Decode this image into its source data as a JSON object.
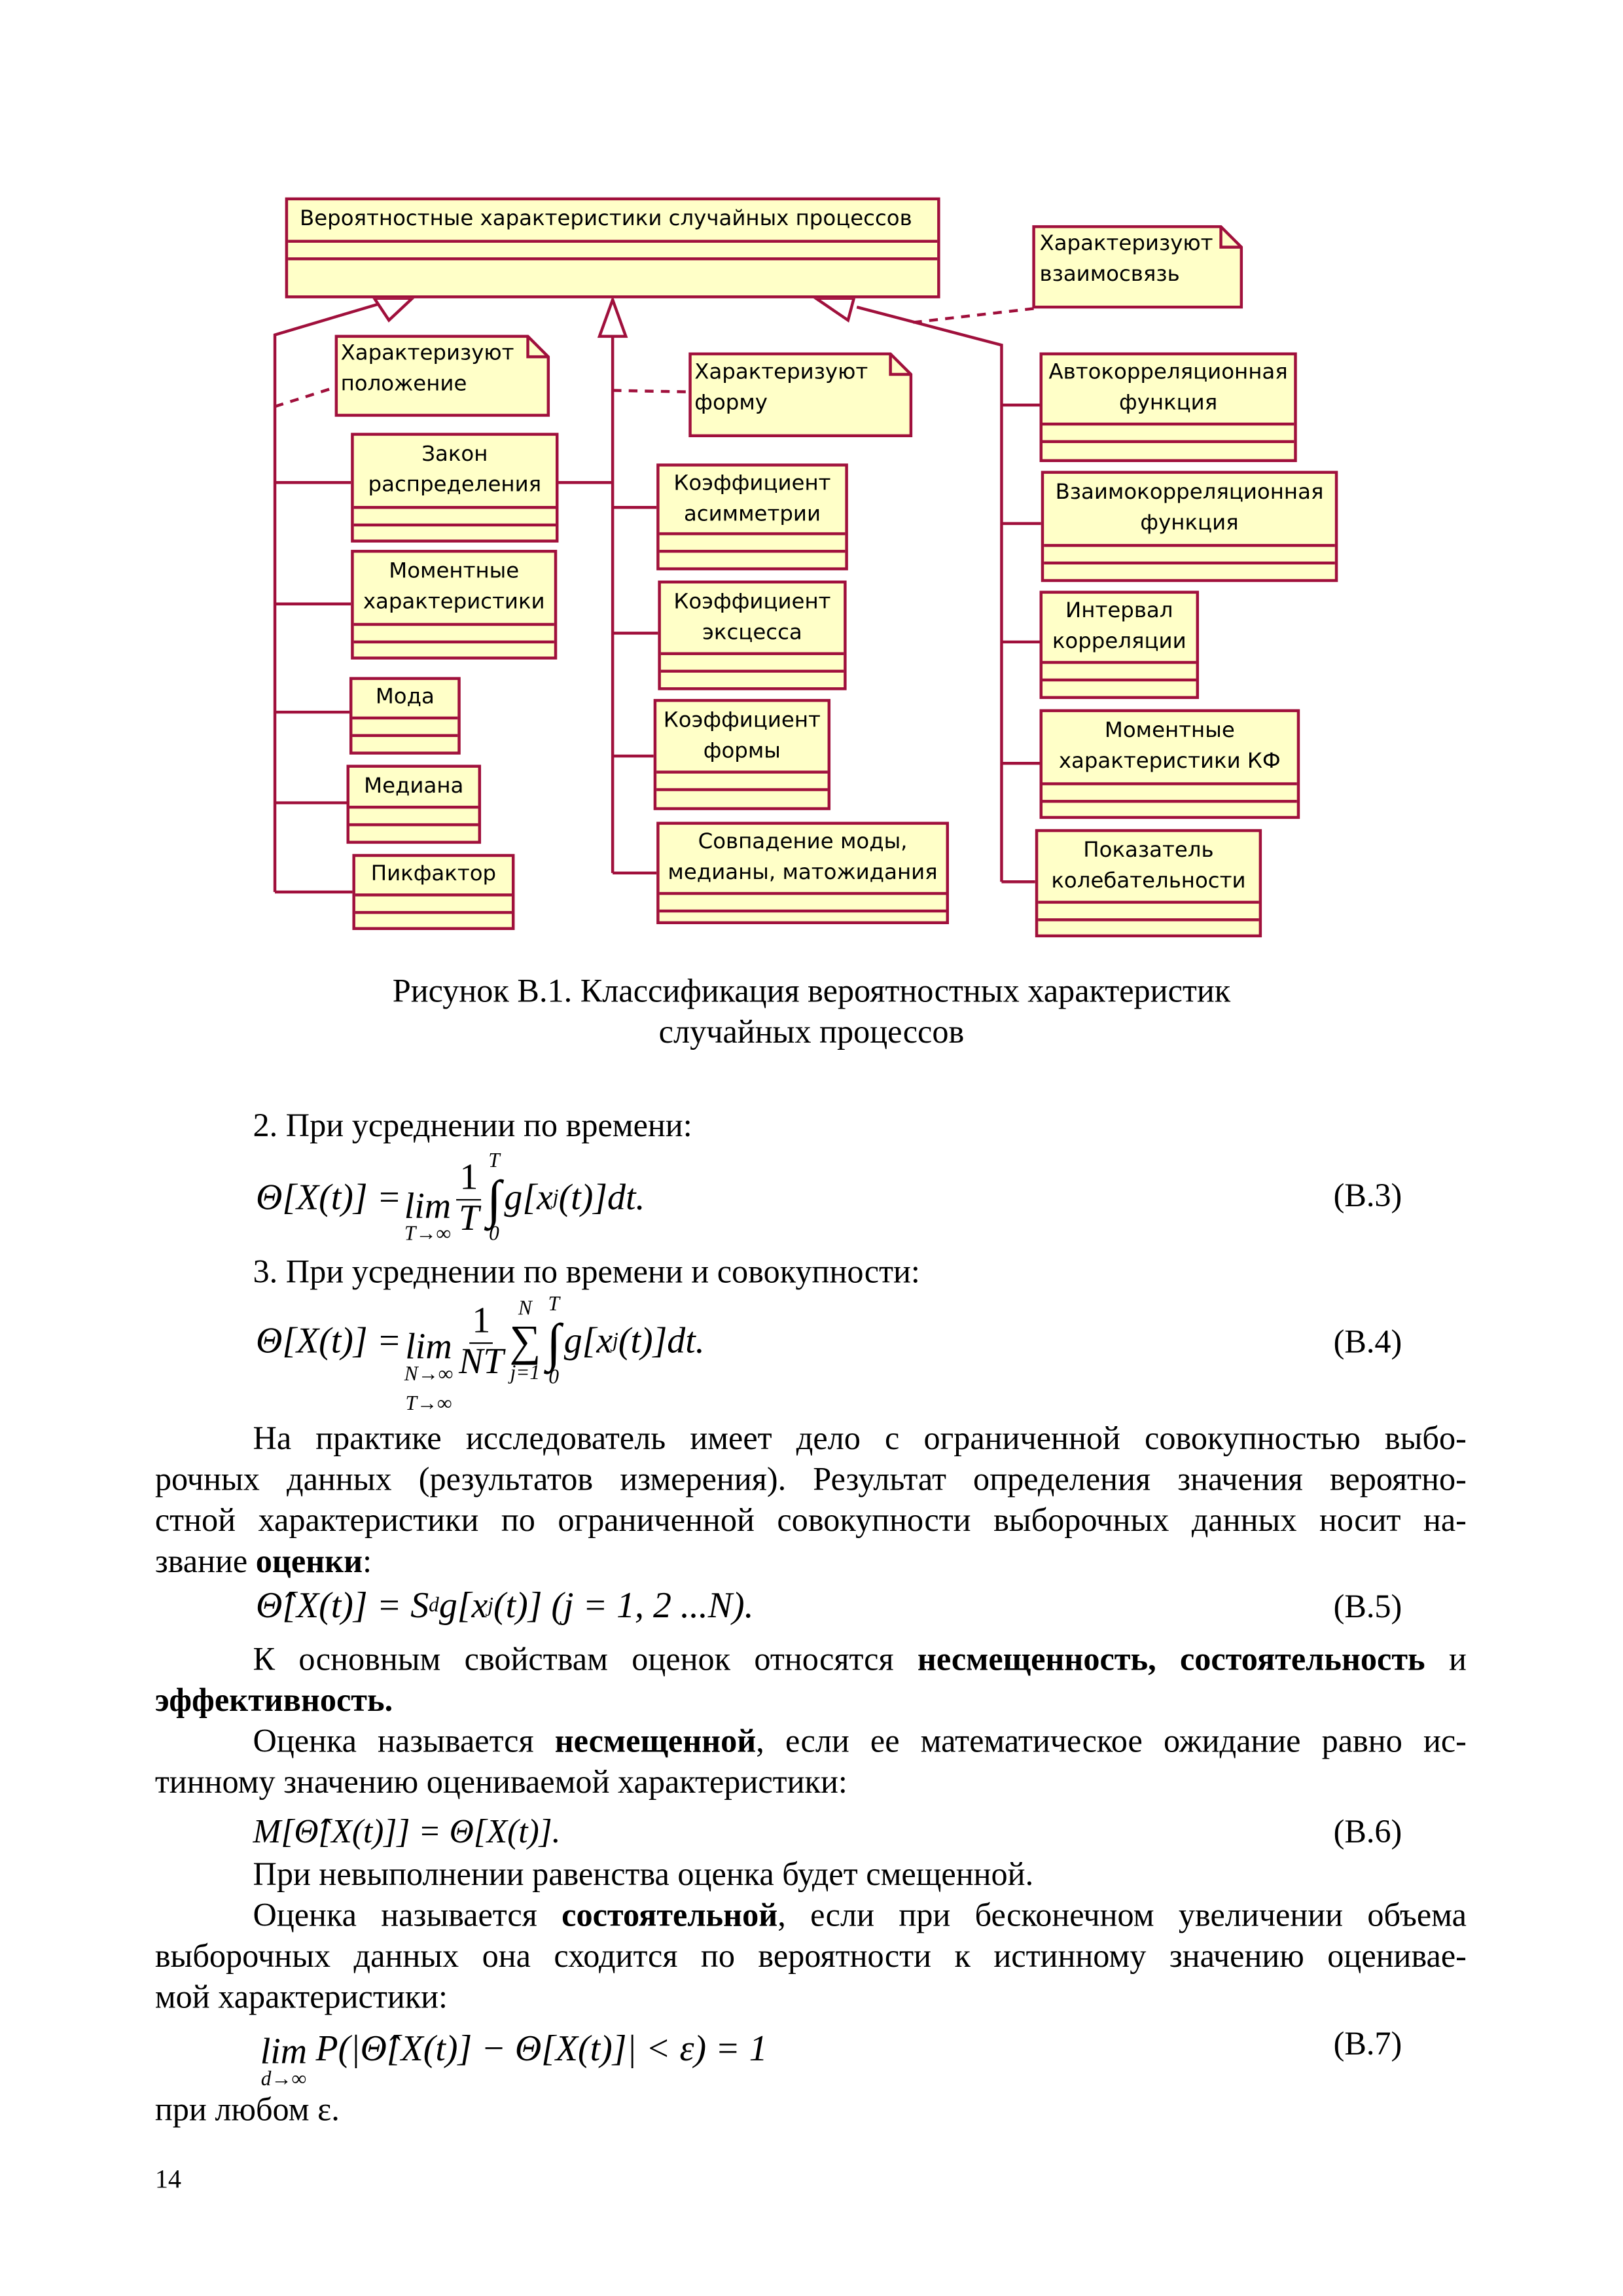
{
  "diagram": {
    "root": "Вероятностные характеристики случайных процессов",
    "notes": {
      "relation": "Характеризуют\nвзаимосвязь",
      "position": "Характеризуют\nположение",
      "shape": "Характеризуют\nформу"
    },
    "position_group": [
      "Закон\nраспределения",
      "Моментные\nхарактеристики",
      "Мода",
      "Медиана",
      "Пикфактор"
    ],
    "shape_group": [
      "Коэффициент\nасимметрии",
      "Коэффициент\nэксцесса",
      "Коэффициент\nформы",
      "Совпадение моды,\nмедианы, матожидания"
    ],
    "relation_group": [
      "Автокорреляционная\nфункция",
      "Взаимокорреляционная\nфункция",
      "Интервал\nкорреляции",
      "Моментные\nхарактеристики КФ",
      "Показатель\nколебательности"
    ],
    "colors": {
      "border": "#a0103c",
      "fill": "#ffffc8"
    }
  },
  "caption": [
    "Рисунок В.1. Классификация вероятностных характеристик",
    "случайных процессов"
  ],
  "text": {
    "item2": "2. При усреднении по времени:",
    "item3": "3. При усреднении по времени и совокупности:",
    "p1": [
      "На практике исследователь имеет дело с ограниченной совокупностью выбо-",
      "рочных данных (результатов измерения). Результат определения значения вероятно-",
      "стной характеристики по ограниченной совокупности выборочных данных носит на-",
      "звание "
    ],
    "p1_bold": "оценки",
    "p1_end": ":",
    "p2_a": "К основным свойствам оценок относятся ",
    "p2_bold": "несмещенность, состоятельность",
    "p2_b": " и",
    "p2_bold2": "эффективность.",
    "p3_a": "Оценка называется ",
    "p3_bold": "несмещенной",
    "p3_b": ", если ее математическое ожидание равно ис-",
    "p3_line2": "тинному значению оцениваемой характеристики:",
    "p4": "При невыполнении равенства оценка будет смещенной.",
    "p5_a": "Оценка называется ",
    "p5_bold": "состоятельной",
    "p5_b": ", если при бесконечном увеличении объема",
    "p5_line2": "выборочных данных она сходится по вероятности к истинному значению оценивае-",
    "p5_line3": "мой характеристики:",
    "p6": "при любом ε.",
    "page_number": "14"
  },
  "formulas": {
    "b3": {
      "lhs": "Θ[X(t)] =",
      "lim": "lim",
      "lim_sub": "T→∞",
      "num": "1",
      "den": "T",
      "int_up": "T",
      "int_low": "0",
      "body_a": "g[x",
      "body_sub": "j",
      "body_b": "(t)]dt.",
      "label": "(В.3)"
    },
    "b4": {
      "lhs": "Θ[X(t)] =",
      "lim": "lim",
      "lim_sub1": "N→∞",
      "lim_sub2": "T→∞",
      "num": "1",
      "den": "NT",
      "sum_up": "N",
      "sum_low": "j=1",
      "int_up": "T",
      "int_low": "0",
      "body_a": "g[x",
      "body_sub": "j",
      "body_b": "(t)]dt.",
      "label": "(В.4)"
    },
    "b5": {
      "lhs": "Θ̂[X(t)] = S",
      "sub_d": "d",
      "body_a": " g[x",
      "body_sub": "j",
      "body_b": "(t)] (j = 1, 2 ...N).",
      "label": "(В.5)"
    },
    "b6": {
      "text": "M[Θ̂[X(t)]] = Θ[X(t)].",
      "label": "(В.6)"
    },
    "b7": {
      "lim": "lim",
      "lim_sub": "d→∞",
      "body": "P(|Θ̂[X(t)] − Θ[X(t)]| < ε) = 1",
      "label": "(В.7)"
    }
  }
}
